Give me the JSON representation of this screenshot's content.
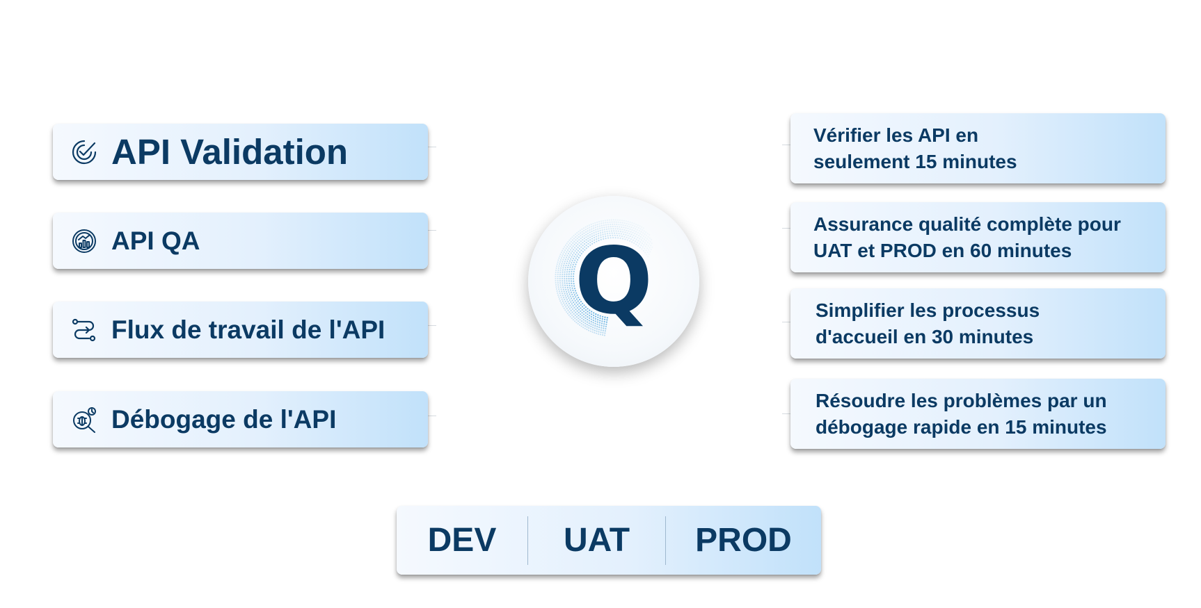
{
  "features": [
    {
      "label": "API Validation",
      "icon": "check-badge-icon"
    },
    {
      "label": "API QA",
      "icon": "chart-gear-icon"
    },
    {
      "label": "Flux de travail de l'API",
      "icon": "workflow-icon"
    },
    {
      "label": "Débogage de l'API",
      "icon": "bug-search-icon"
    }
  ],
  "benefits": [
    {
      "line1": "Vérifier les API en",
      "line2": "seulement 15 minutes"
    },
    {
      "line1": "Assurance qualité complète pour",
      "line2": "UAT et PROD en 60 minutes"
    },
    {
      "line1": "Simplifier les processus",
      "line2": "d'accueil en 30 minutes"
    },
    {
      "line1": "Résoudre les problèmes par un",
      "line2": "débogage rapide en 15 minutes"
    }
  ],
  "logo": {
    "letter": "Q",
    "icon": "q-logo-icon"
  },
  "environments": [
    "DEV",
    "UAT",
    "PROD"
  ],
  "colors": {
    "text": "#0b3a63",
    "card_light": "#f5f9fe",
    "card_accent": "#c1e1fa",
    "dots": "#4aa3dc"
  }
}
